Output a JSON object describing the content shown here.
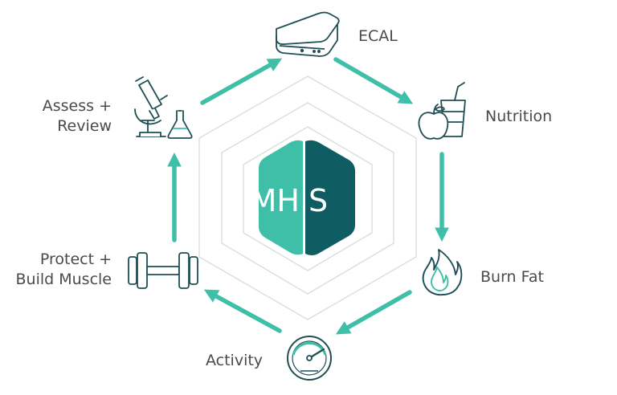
{
  "logo": {
    "left": "MH",
    "right": "S"
  },
  "steps": {
    "ecal": "ECAL",
    "nutrition": "Nutrition",
    "burn_fat": "Burn Fat",
    "activity": "Activity",
    "protect_line1": "Protect +",
    "protect_line2": "Build Muscle",
    "assess_line1": "Assess +",
    "assess_line2": "Review"
  },
  "colors": {
    "accent": "#3fbfa7",
    "dark_teal": "#0f5d63",
    "icon_stroke": "#1e4f55",
    "ring": "#d9dedc",
    "text": "#4a4a4a"
  }
}
